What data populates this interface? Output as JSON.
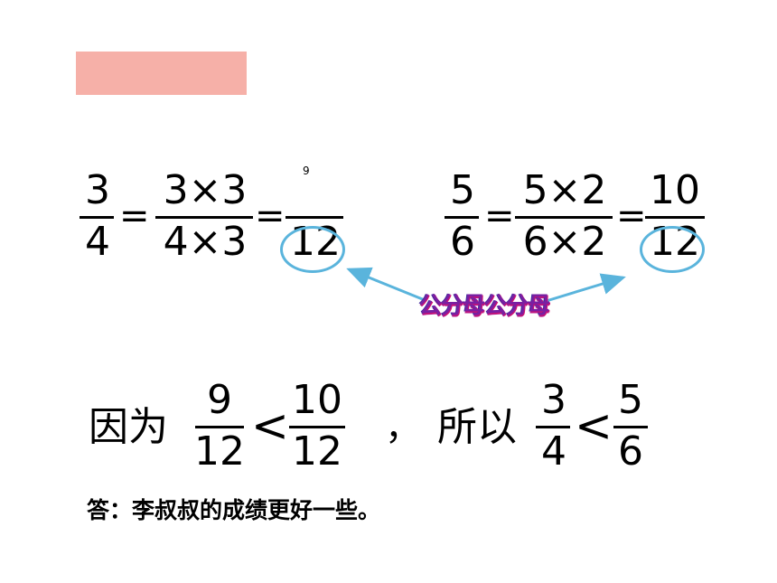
{
  "left_eq": {
    "f1": {
      "num": "3",
      "den": "4"
    },
    "f2": {
      "num": "3×3",
      "den": "4×3"
    },
    "f3": {
      "num_hint": "9",
      "den": "12"
    }
  },
  "right_eq": {
    "f1": {
      "num": "5",
      "den": "6"
    },
    "f2": {
      "num": "5×2",
      "den": "6×2"
    },
    "f3": {
      "num": "10",
      "den": "12"
    }
  },
  "equals_sign": "=",
  "callout": "公分母公分母",
  "conclusion": {
    "because": "因为",
    "a": {
      "num": "9",
      "den": "12"
    },
    "b": {
      "num": "10",
      "den": "12"
    },
    "comma": "，",
    "so": "所以",
    "c": {
      "num": "3",
      "den": "4"
    },
    "d": {
      "num": "5",
      "den": "6"
    },
    "less_than": "<"
  },
  "answer": "答：李叔叔的成绩更好一些。",
  "colors": {
    "header_bar": "#f6b0a8",
    "circle": "#5ab4dc",
    "arrow": "#5ab4dc",
    "callout": "#7a1fa2"
  }
}
